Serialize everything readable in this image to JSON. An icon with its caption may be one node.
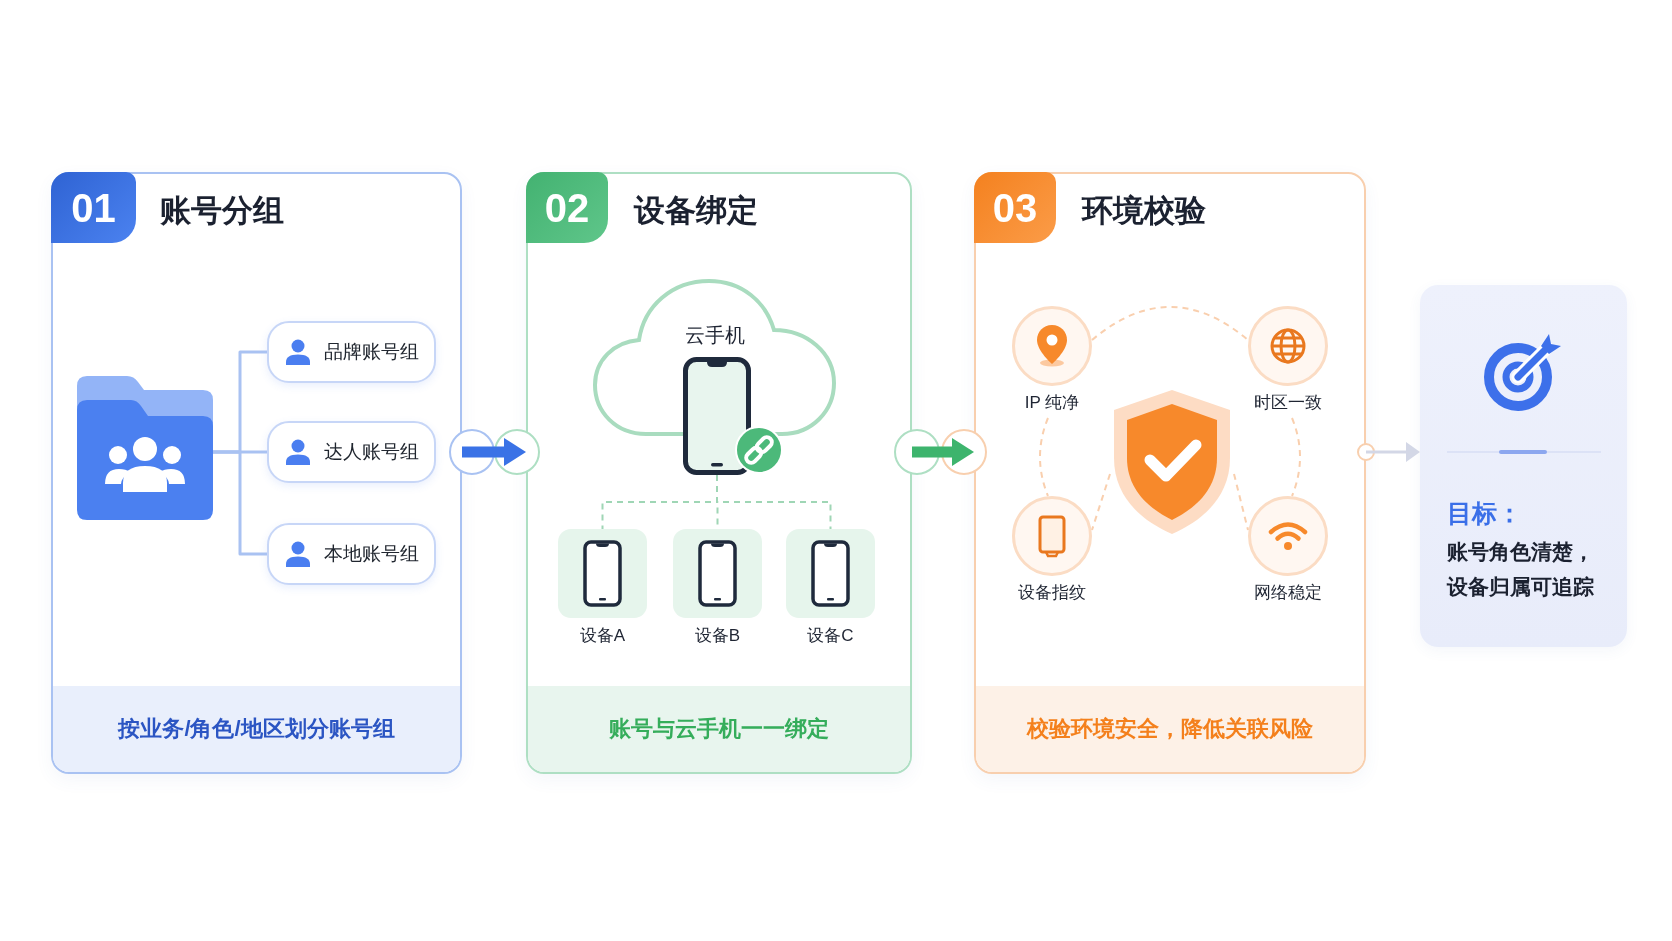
{
  "diagram": {
    "nodes": [
      {
        "text": [
          "账号分组"
        ]
      },
      {
        "text": [
          "01"
        ],
        "in": 0
      },
      {
        "text": [],
        "shape": "folder",
        "in": 0
      },
      {
        "text": [
          "品牌账号组"
        ],
        "in": 0
      },
      {
        "text": [
          "达人账号组"
        ],
        "in": 0
      },
      {
        "text": [
          "本地账号组"
        ],
        "in": 0
      },
      {
        "text": [
          "按业务/角色/地区划分账号组"
        ],
        "in": 0
      },
      {
        "text": [
          "设备绑定"
        ]
      },
      {
        "text": [
          "02"
        ],
        "in": 7
      },
      {
        "text": [
          "云手机"
        ],
        "in": 7
      },
      {
        "text": [],
        "shape": "phone",
        "in": 7
      },
      {
        "text": [
          "设备A"
        ],
        "in": 7
      },
      {
        "text": [
          "设备B"
        ],
        "in": 7
      },
      {
        "text": [
          "设备C"
        ],
        "in": 7
      },
      {
        "text": [
          "账号与云手机一一绑定"
        ],
        "in": 7
      },
      {
        "text": [
          "环境校验"
        ]
      },
      {
        "text": [
          "03"
        ],
        "in": 15
      },
      {
        "text": [
          "IP 纯净"
        ],
        "in": 15
      },
      {
        "text": [
          "时区一致"
        ],
        "in": 15
      },
      {
        "text": [],
        "shape": "shield",
        "in": 15
      },
      {
        "text": [
          "设备指纹"
        ],
        "in": 15
      },
      {
        "text": [
          "网络稳定"
        ],
        "in": 15
      },
      {
        "text": [
          "校验环境安全，降低关联风险"
        ],
        "in": 15
      },
      {
        "text": [
          "目标：",
          "账号角色清楚，设备归属可追踪"
        ]
      }
    ],
    "edges": [
      {
        "from": 2,
        "to": 3,
        "arrow": "none",
        "color": "#a9c2f2"
      },
      {
        "from": 2,
        "to": 4,
        "arrow": "none",
        "color": "#a9c2f2"
      },
      {
        "from": 2,
        "to": 5,
        "arrow": "none",
        "color": "#a9c2f2"
      },
      {
        "from": 0,
        "to": 7,
        "arrow": "to",
        "style": "thick",
        "color": "#3a72e6"
      },
      {
        "from": 10,
        "to": 11,
        "arrow": "none",
        "style": "dashed",
        "color": "#9fd6b5"
      },
      {
        "from": 10,
        "to": 12,
        "arrow": "none",
        "style": "dashed",
        "color": "#9fd6b5"
      },
      {
        "from": 10,
        "to": 13,
        "arrow": "none",
        "style": "dashed",
        "color": "#9fd6b5"
      },
      {
        "from": 7,
        "to": 15,
        "arrow": "to",
        "style": "thick",
        "color": "#3db46d"
      },
      {
        "from": 17,
        "to": 18,
        "arrow": "none",
        "style": "dashed",
        "color": "#f9cfae"
      },
      {
        "from": 17,
        "to": 20,
        "arrow": "none",
        "style": "dashed",
        "color": "#f9cfae"
      },
      {
        "from": 18,
        "to": 21,
        "arrow": "none",
        "style": "dashed",
        "color": "#f9cfae"
      },
      {
        "from": 19,
        "to": 20,
        "arrow": "none",
        "style": "dashed",
        "color": "#f9cfae"
      },
      {
        "from": 19,
        "to": 21,
        "arrow": "none",
        "style": "dashed",
        "color": "#f9cfae"
      },
      {
        "from": 15,
        "to": 23,
        "arrow": "to",
        "color": "#d3d7e6"
      }
    ]
  }
}
